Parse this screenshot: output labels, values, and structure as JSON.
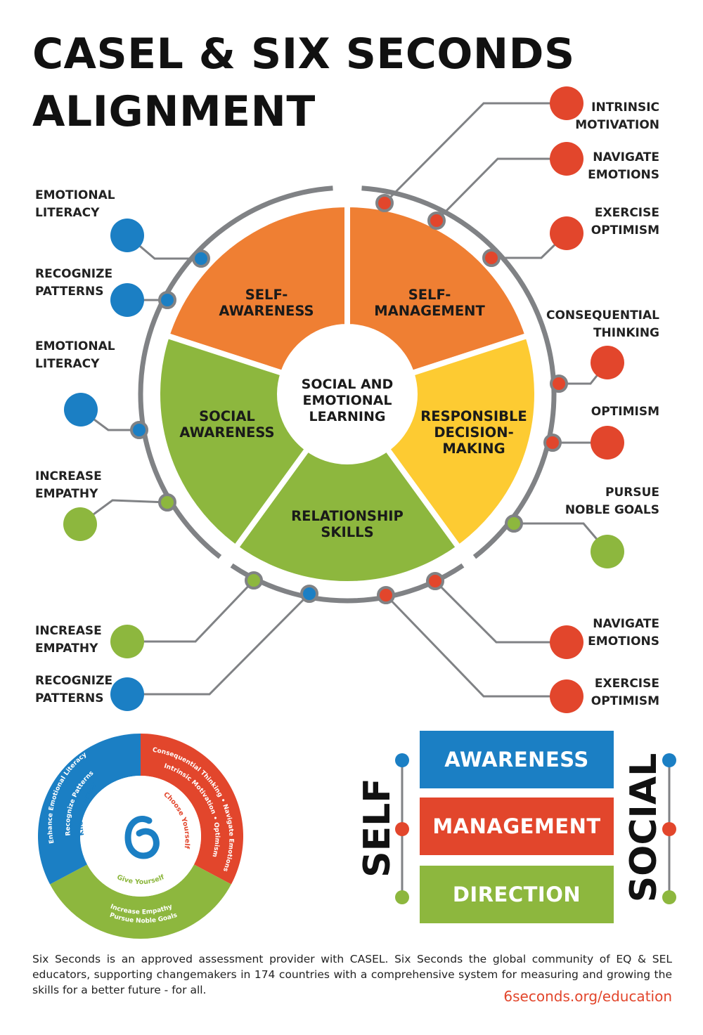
{
  "title": {
    "line1": "CASEL & SIX SECONDS",
    "line2": "ALIGNMENT"
  },
  "colors": {
    "orange": "#ef7f33",
    "yellow": "#fdcb32",
    "green": "#8db73e",
    "blue": "#1b7fc4",
    "red": "#e2462c",
    "ring": "#808285"
  },
  "wheel": {
    "center": [
      "SOCIAL AND",
      "EMOTIONAL",
      "LEARNING"
    ],
    "segments": [
      {
        "id": "self-awareness",
        "lines": [
          "SELF-",
          "AWARENESS"
        ]
      },
      {
        "id": "self-management",
        "lines": [
          "SELF-",
          "MANAGEMENT"
        ]
      },
      {
        "id": "responsible-decision-making",
        "lines": [
          "RESPONSIBLE",
          "DECISION-",
          "MAKING"
        ]
      },
      {
        "id": "relationship-skills",
        "lines": [
          "RELATIONSHIP",
          "SKILLS"
        ]
      },
      {
        "id": "social-awareness",
        "lines": [
          "SOCIAL",
          "AWARENESS"
        ]
      }
    ]
  },
  "competencies_left": [
    {
      "lines": [
        "EMOTIONAL",
        "LITERACY"
      ],
      "color": "blue"
    },
    {
      "lines": [
        "RECOGNIZE",
        "PATTERNS"
      ],
      "color": "blue"
    },
    {
      "lines": [
        "EMOTIONAL",
        "LITERACY"
      ],
      "color": "blue"
    },
    {
      "lines": [
        "INCREASE",
        "EMPATHY"
      ],
      "color": "green"
    },
    {
      "lines": [
        "INCREASE",
        "EMPATHY"
      ],
      "color": "green"
    },
    {
      "lines": [
        "RECOGNIZE",
        "PATTERNS"
      ],
      "color": "blue"
    }
  ],
  "competencies_right": [
    {
      "lines": [
        "INTRINSIC",
        "MOTIVATION"
      ],
      "color": "red"
    },
    {
      "lines": [
        "NAVIGATE",
        "EMOTIONS"
      ],
      "color": "red"
    },
    {
      "lines": [
        "EXERCISE",
        "OPTIMISM"
      ],
      "color": "red"
    },
    {
      "lines": [
        "CONSEQUENTIAL",
        "THINKING"
      ],
      "color": "red"
    },
    {
      "lines": [
        "OPTIMISM"
      ],
      "color": "red"
    },
    {
      "lines": [
        "PURSUE",
        "NOBLE GOALS"
      ],
      "color": "green"
    },
    {
      "lines": [
        "NAVIGATE",
        "EMOTIONS"
      ],
      "color": "red"
    },
    {
      "lines": [
        "EXERCISE",
        "OPTIMISM"
      ],
      "color": "red"
    }
  ],
  "model": {
    "know": {
      "title": "Know Yourself",
      "items": [
        "Enhance Emotional Literacy",
        "Recognize Patterns"
      ]
    },
    "choose": {
      "title": "Choose Yourself",
      "items": [
        "Consequential Thinking • Navigate Emotions",
        "Intrinsic Motivation • Optimism"
      ]
    },
    "give": {
      "title": "Give Yourself",
      "items": [
        "Increase Empathy",
        "Pursue Noble Goals"
      ]
    }
  },
  "pursuits": {
    "self": "SELF",
    "social": "SOCIAL",
    "boxes": [
      "AWARENESS",
      "MANAGEMENT",
      "DIRECTION"
    ]
  },
  "footer": {
    "text": "Six Seconds is an approved assessment provider with CASEL.  Six Seconds the global community of EQ & SEL educators, supporting changemakers in 174 countries with a comprehensive system for measuring and growing the skills for a better future - for all.",
    "link": "6seconds.org/education"
  }
}
